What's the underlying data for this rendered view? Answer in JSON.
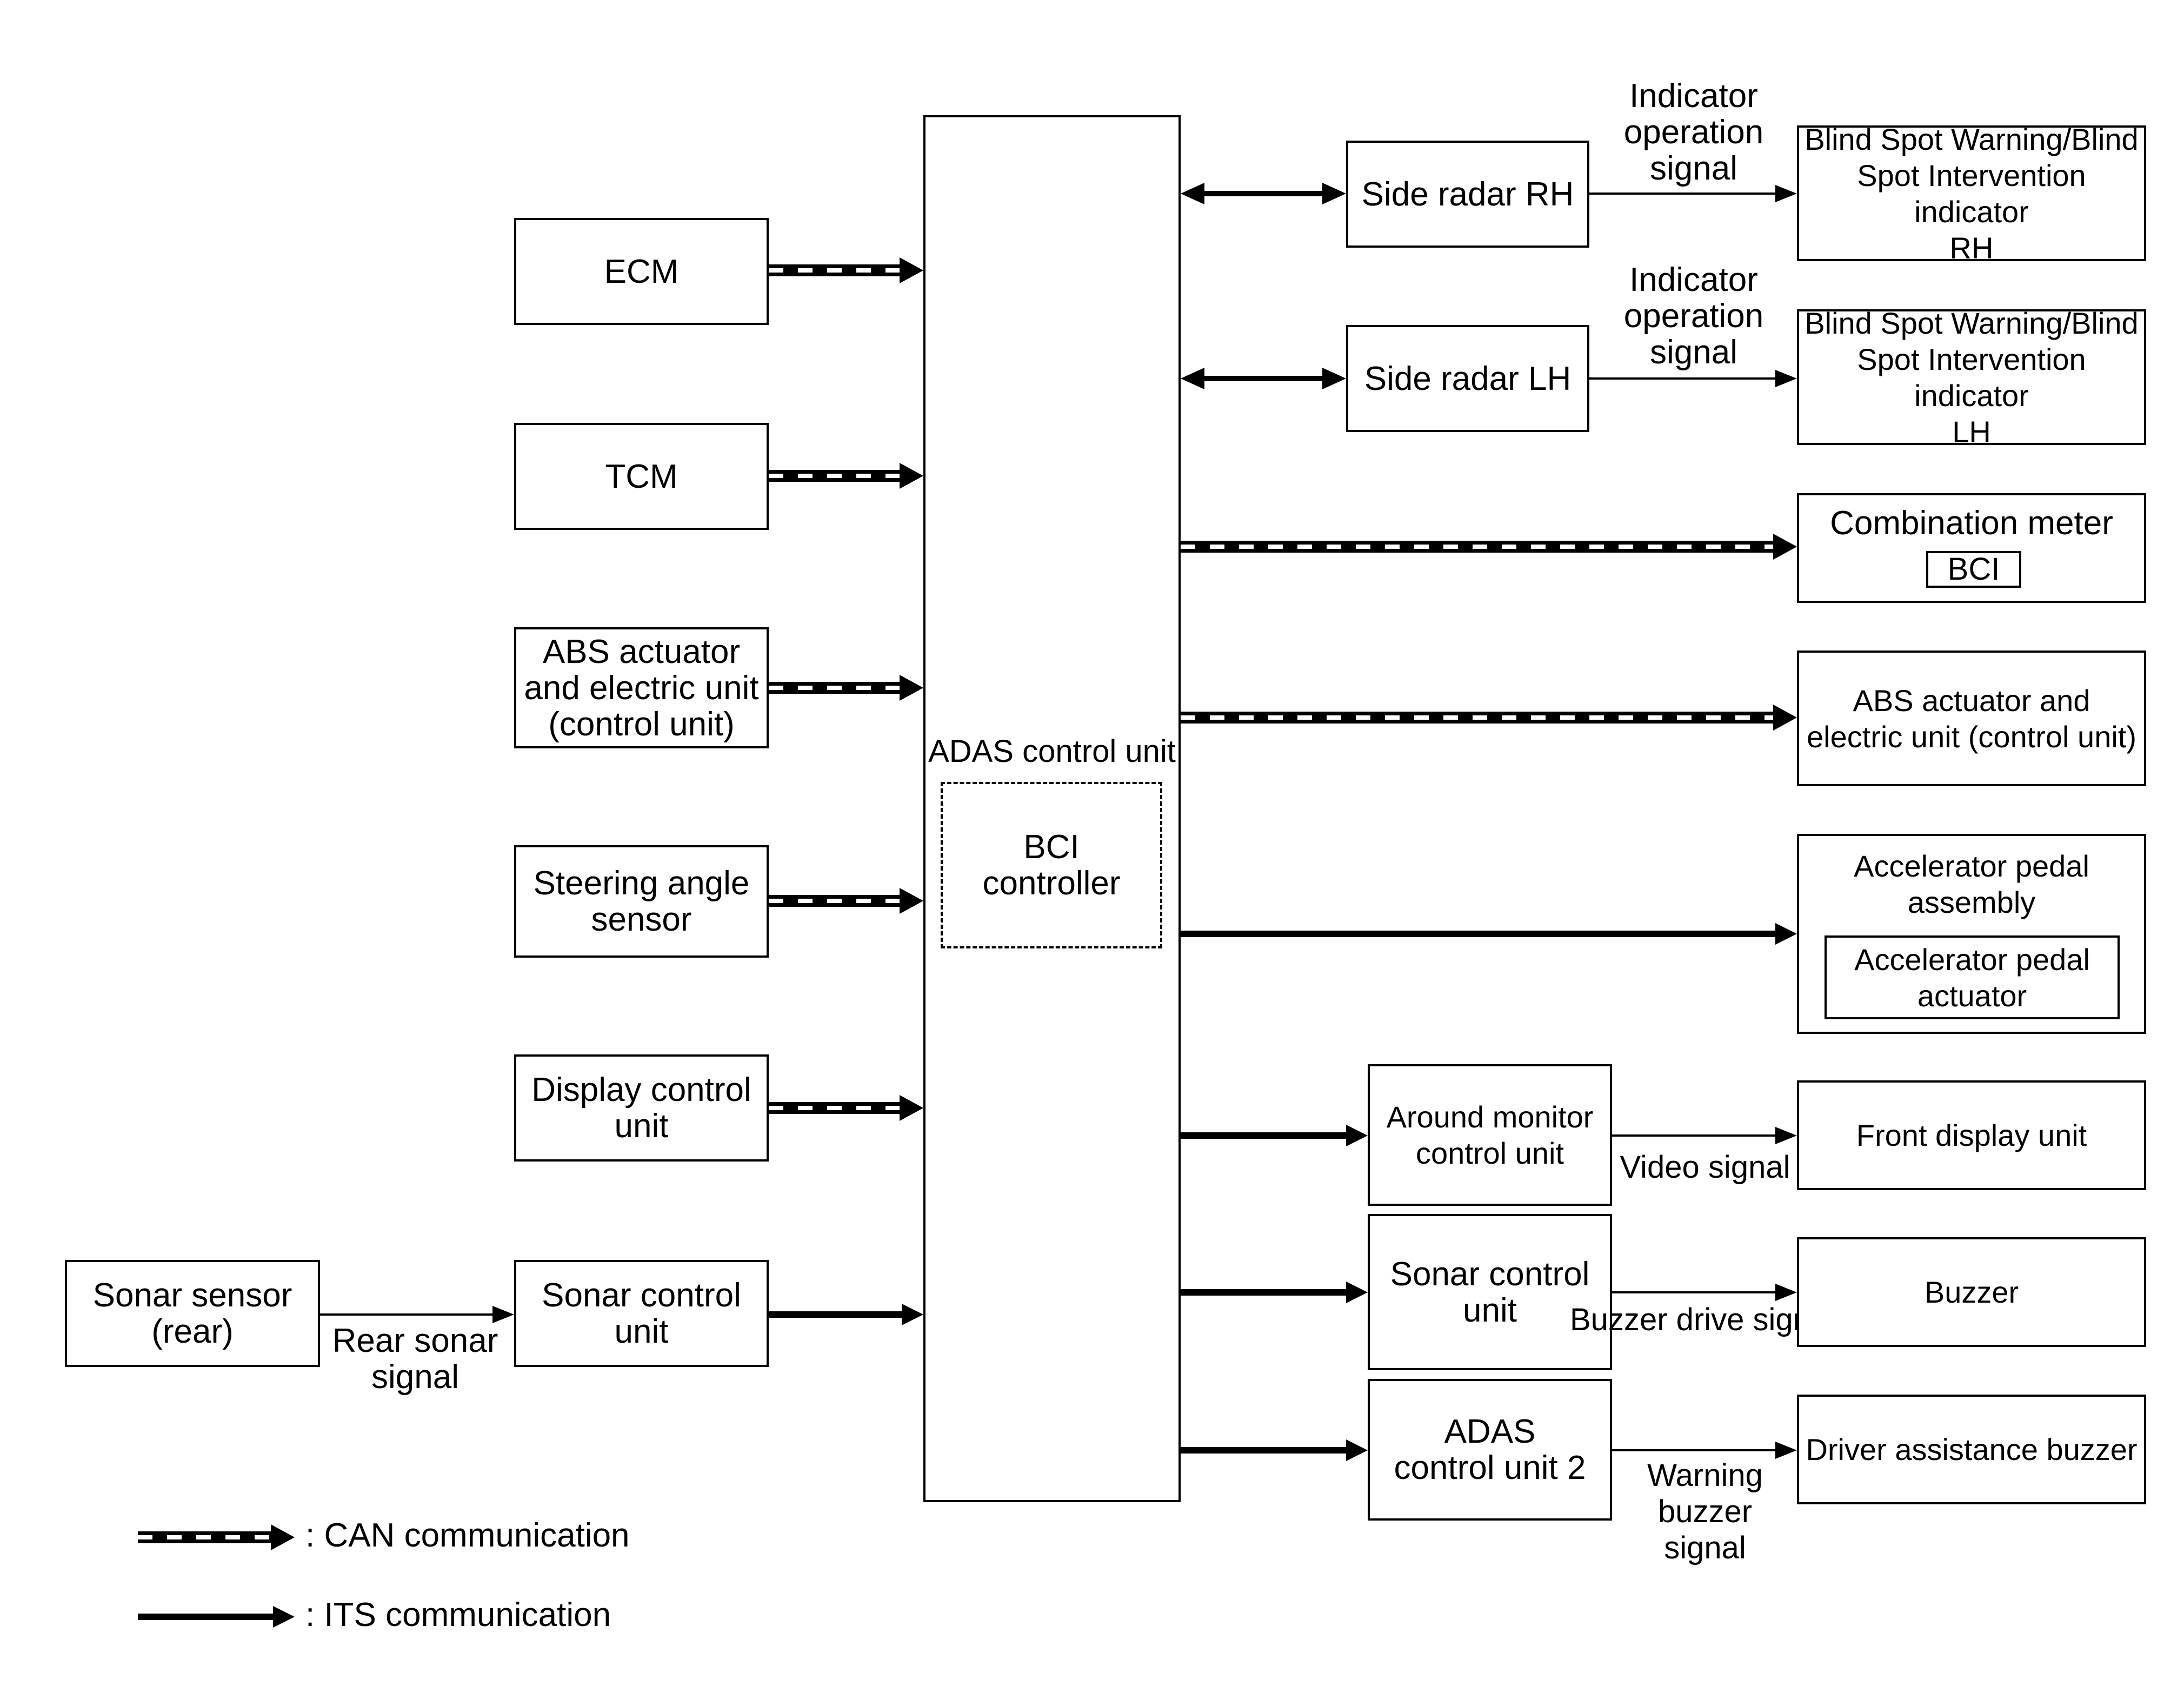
{
  "adas": {
    "label": "ADAS control unit",
    "bci_controller": "BCI\ncontroller"
  },
  "left": {
    "ecm": "ECM",
    "tcm": "TCM",
    "abs": "ABS actuator\nand electric unit\n(control unit)",
    "steering": "Steering angle\nsensor",
    "display": "Display control\nunit",
    "sonar_ctrl": "Sonar control\nunit",
    "sonar_sensor": "Sonar sensor\n(rear)",
    "rear_sonar_signal": "Rear sonar\nsignal"
  },
  "right": {
    "side_radar_rh": "Side radar RH",
    "side_radar_lh": "Side radar LH",
    "ind_signal_rh": "Indicator\noperation\nsignal",
    "ind_signal_lh": "Indicator\noperation\nsignal",
    "bsw_rh": "Blind Spot Warning/Blind\nSpot Intervention indicator\nRH",
    "bsw_lh": "Blind Spot Warning/Blind\nSpot Intervention indicator\nLH",
    "combo_meter": "Combination meter",
    "combo_bci": "BCI",
    "abs": "ABS actuator and\nelectric unit (control unit)",
    "accel_assembly": "Accelerator pedal\nassembly",
    "accel_actuator": "Accelerator pedal\nactuator",
    "around_monitor": "Around monitor\ncontrol unit",
    "video_signal": "Video signal",
    "front_display": "Front display unit",
    "sonar_ctrl": "Sonar control\nunit",
    "buzzer_drive": "Buzzer drive\nsignal",
    "buzzer": "Buzzer",
    "adas2": "ADAS\ncontrol unit 2",
    "warning_buzzer": "Warning\nbuzzer\nsignal",
    "driver_buzzer": "Driver assistance buzzer"
  },
  "legend": {
    "can": ": CAN communication",
    "its": ": ITS communication"
  }
}
